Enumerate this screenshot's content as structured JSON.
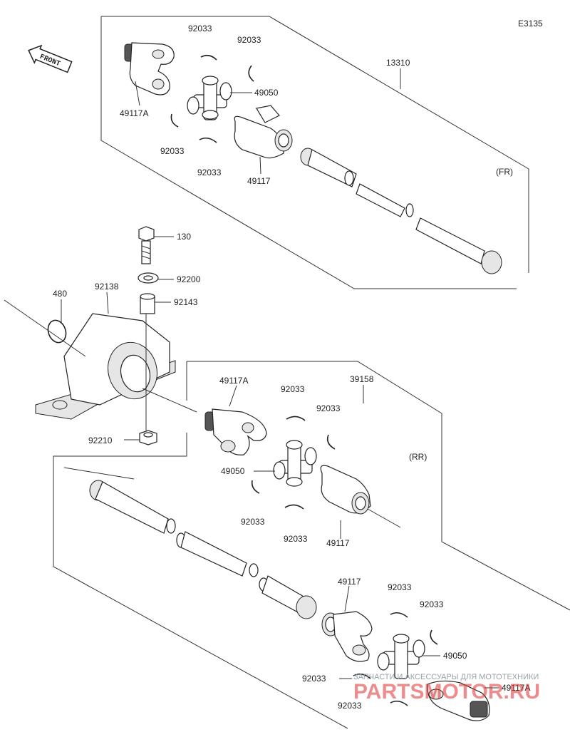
{
  "diagram_code": "E3135",
  "front_label": "FRONT",
  "section_labels": {
    "front": "(FR)",
    "rear": "(RR)"
  },
  "labels": {
    "p13310": "13310",
    "p49117A_fr": "49117A",
    "p92033_fr1": "92033",
    "p92033_fr2": "92033",
    "p49050_fr": "49050",
    "p92033_fr3": "92033",
    "p92033_fr4": "92033",
    "p49117_fr": "49117",
    "p130": "130",
    "p92200": "92200",
    "p92143": "92143",
    "p480": "480",
    "p92138": "92138",
    "p92210": "92210",
    "p39158": "39158",
    "p49117A_rr1": "49117A",
    "p92033_rr1": "92033",
    "p92033_rr2": "92033",
    "p49050_rr1": "49050",
    "p92033_rr3": "92033",
    "p92033_rr4": "92033",
    "p49117_rr1": "49117",
    "p49117_rr2": "49117",
    "p92033_rr5": "92033",
    "p92033_rr6": "92033",
    "p49050_rr2": "49050",
    "p92033_rr7": "92033",
    "p49117A_rr2": "49117A",
    "p92033_rr8": "92033"
  },
  "watermark": {
    "line1": "ЗАПЧАСТИ И АКСЕССУАРЫ ДЛЯ МОТОТЕХНИКИ",
    "line2": "PARTSMOTOR.RU"
  }
}
